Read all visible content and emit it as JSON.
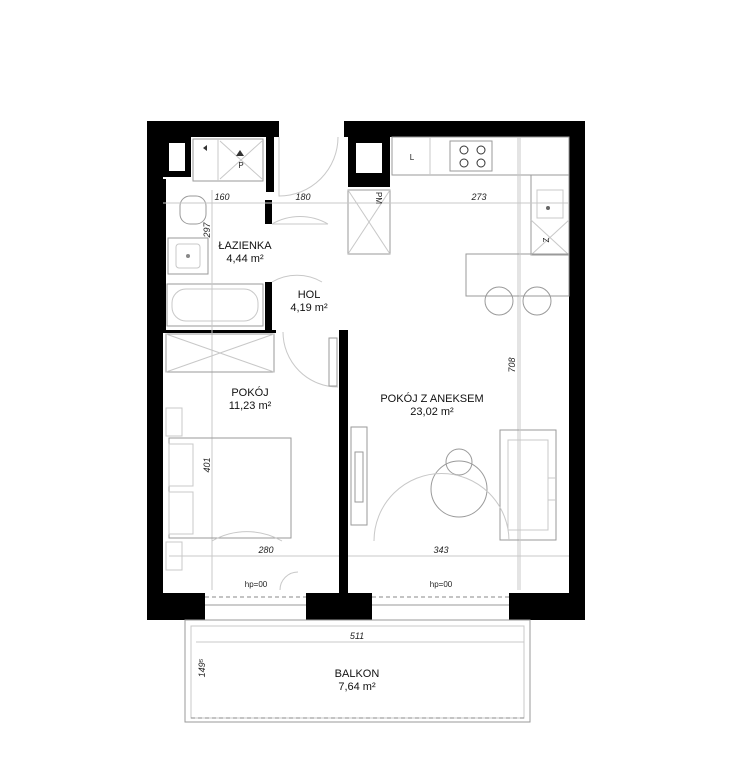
{
  "rooms": {
    "bathroom": {
      "name": "ŁAZIENKA",
      "area": "4,44 m²"
    },
    "hall": {
      "name": "HOL",
      "area": "4,19 m²"
    },
    "bedroom": {
      "name": "POKÓJ",
      "area": "11,23 m²"
    },
    "living": {
      "name": "POKÓJ Z ANEKSEM",
      "area": "23,02 m²"
    },
    "balcony": {
      "name": "BALKON",
      "area": "7,64 m²"
    }
  },
  "dimensions": {
    "bath_width": "160",
    "hall_width": "180",
    "kitchen_width": "273",
    "bath_depth": "297",
    "living_depth": "708",
    "bedroom_depth": "401",
    "bedroom_width": "280",
    "living_width": "343",
    "balcony_width": "511",
    "balcony_depth": "149⁵"
  },
  "fixtures": {
    "threshold_left": "hp=00",
    "threshold_right": "hp=00",
    "shaft_p": "P",
    "fridge_l": "L",
    "appliance_z": "Z",
    "washer_pm": "PM"
  },
  "colors": {
    "wall": "#000000",
    "lines": "#9a9a9a"
  }
}
